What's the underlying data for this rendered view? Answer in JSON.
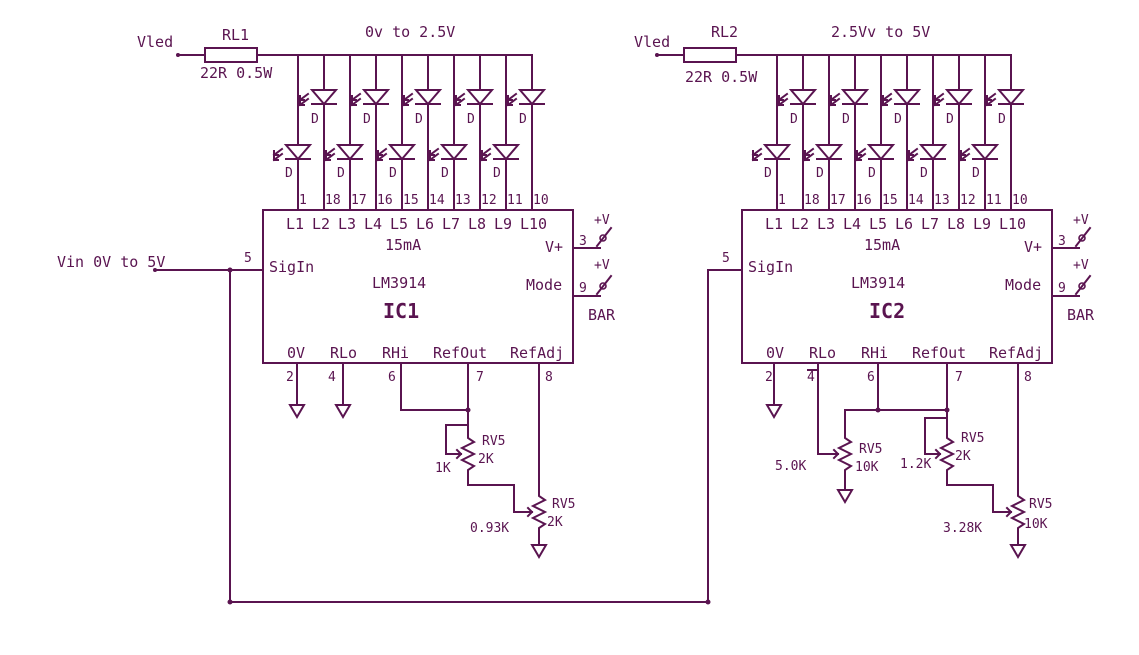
{
  "colors": {
    "ink": "#5a1450",
    "background": "#ffffff"
  },
  "input_label": "Vin 0V to 5V",
  "pin_sig": "5",
  "led_label": "D",
  "led_pin_labels": [
    "1",
    "18",
    "17",
    "16",
    "15",
    "14",
    "13",
    "12",
    "11",
    "10"
  ],
  "chip_top_pins": [
    "L1",
    "L2",
    "L3",
    "L4",
    "L5",
    "L6",
    "L7",
    "L8",
    "L9",
    "L10"
  ],
  "chip_bottom_pins": [
    "0V",
    "RLo",
    "RHi",
    "RefOut",
    "RefAdj"
  ],
  "chip_bottom_nums": [
    "2",
    "4",
    "6",
    "7",
    "8"
  ],
  "chip_right": {
    "vplus": "V+",
    "mode": "Mode",
    "pin3": "3",
    "pin9": "9",
    "plus_v": "+V",
    "bar": "BAR",
    "sig": "SigIn"
  },
  "chip_current": "15mA",
  "chip_part": "LM3914",
  "ic1": {
    "vled": "Vled",
    "resistor": "RL1",
    "resistor_value": "22R 0.5W",
    "range_label": "0v to 2.5V",
    "name": "IC1",
    "pot1_name": "RV5",
    "pot1_value": "2K",
    "pot1_setting": "1K",
    "pot2_name": "RV5",
    "pot2_value": "2K",
    "pot2_setting": "0.93K"
  },
  "ic2": {
    "vled": "Vled",
    "resistor": "RL2",
    "resistor_value": "22R 0.5W",
    "range_label": "2.5Vv to 5V",
    "name": "IC2",
    "pot_lo_name": "RV5",
    "pot_lo_value": "10K",
    "pot_lo_setting": "5.0K",
    "pot1_name": "RV5",
    "pot1_value": "2K",
    "pot1_setting": "1.2K",
    "pot2_name": "RV5",
    "pot2_value": "10K",
    "pot2_setting": "3.28K"
  }
}
